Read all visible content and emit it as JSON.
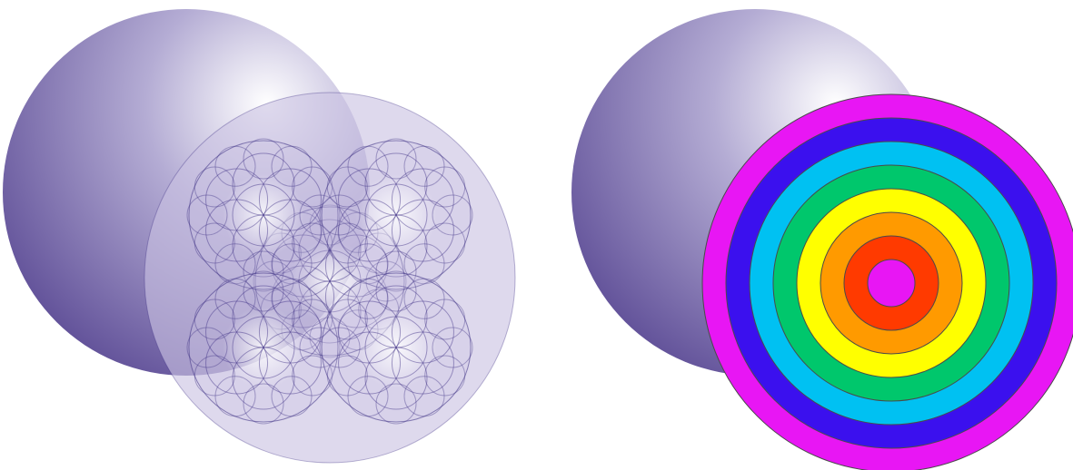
{
  "palette": {
    "sphere_highlight": "#ffffff",
    "sphere_mid": "#b4acd4",
    "sphere_dark": "#4f3d8c",
    "overlay_fill": "#c9c2e2",
    "line_color": "#3d2f84",
    "ring_outline": "#4a4a4a"
  },
  "left_illustration": {
    "name": "sphere-with-overlapping-circle-pattern",
    "pattern_cells": 5,
    "petal_circles_per_cell": 6
  },
  "right_illustration": {
    "name": "sphere-with-concentric-color-rings",
    "ring_colors": [
      "#e816f4",
      "#3b10ee",
      "#00c1f2",
      "#00c76c",
      "#ffff00",
      "#ff9a00",
      "#ff3a00",
      "#e816f4"
    ]
  }
}
